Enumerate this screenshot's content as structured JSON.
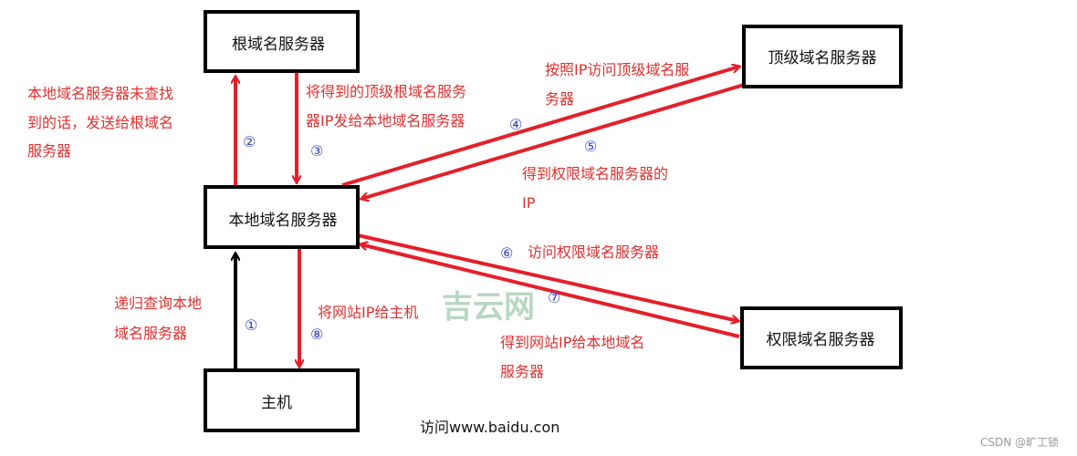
{
  "nodes": {
    "root": "根域名服务器",
    "tld": "顶级域名服务器",
    "local": "本地域名服务器",
    "auth": "权限域名服务器",
    "host": "主机"
  },
  "steps": {
    "s1": {
      "num": "①",
      "lines": [
        "递归查询本地",
        "域名服务器"
      ]
    },
    "s2": {
      "num": "②",
      "lines": [
        "本地域名服务器未查找",
        "到的话，发送给根域名",
        "服务器"
      ]
    },
    "s3": {
      "num": "③",
      "lines": [
        "将得到的顶级根域名服务",
        "器IP发给本地域名服务器"
      ]
    },
    "s4": {
      "num": "④",
      "lines": [
        "按照IP访问顶级域名服",
        "务器"
      ]
    },
    "s5": {
      "num": "⑤",
      "lines": [
        "得到权限域名服务器的",
        "IP"
      ]
    },
    "s6": {
      "num": "⑥",
      "lines": [
        "访问权限域名服务器"
      ]
    },
    "s7": {
      "num": "⑦",
      "lines": [
        "得到网站IP给本地域名",
        "服务器"
      ]
    },
    "s8": {
      "num": "⑧",
      "lines": [
        "将网站IP给主机"
      ]
    }
  },
  "caption": "访问www.baidu.con",
  "watermark": "吉云网",
  "credit": "CSDN @旷工锁",
  "colors": {
    "arrow_red": "#e3202a",
    "text_red": "#e0302f",
    "step_number": "#3344bb",
    "arrow_black": "#000000"
  }
}
